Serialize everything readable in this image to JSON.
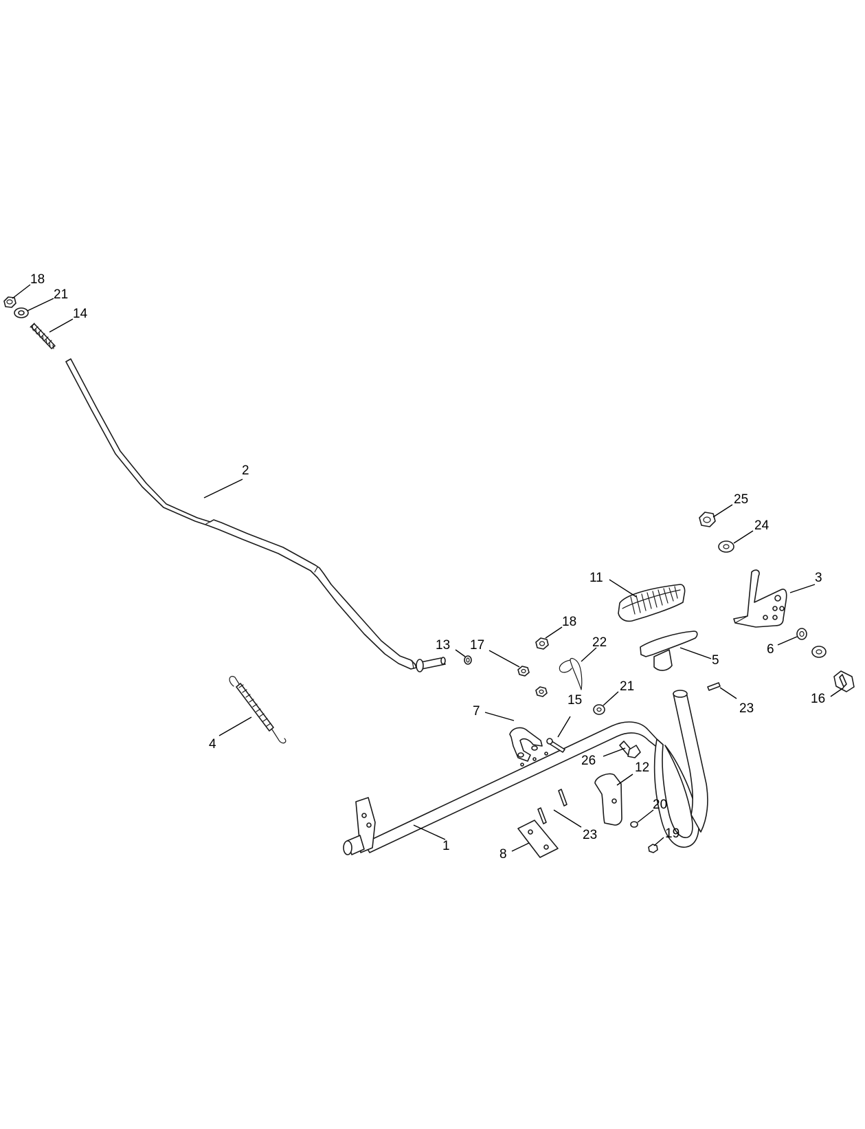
{
  "diagram": {
    "callouts": [
      {
        "id": "c1",
        "label": "1"
      },
      {
        "id": "c2",
        "label": "2"
      },
      {
        "id": "c3",
        "label": "3"
      },
      {
        "id": "c4",
        "label": "4"
      },
      {
        "id": "c5",
        "label": "5"
      },
      {
        "id": "c6",
        "label": "6"
      },
      {
        "id": "c7",
        "label": "7"
      },
      {
        "id": "c8",
        "label": "8"
      },
      {
        "id": "c11",
        "label": "11"
      },
      {
        "id": "c12",
        "label": "12"
      },
      {
        "id": "c13",
        "label": "13"
      },
      {
        "id": "c14",
        "label": "14"
      },
      {
        "id": "c15",
        "label": "15"
      },
      {
        "id": "c16",
        "label": "16"
      },
      {
        "id": "c17",
        "label": "17"
      },
      {
        "id": "c18a",
        "label": "18"
      },
      {
        "id": "c18b",
        "label": "18"
      },
      {
        "id": "c19",
        "label": "19"
      },
      {
        "id": "c20",
        "label": "20"
      },
      {
        "id": "c21a",
        "label": "21"
      },
      {
        "id": "c21b",
        "label": "21"
      },
      {
        "id": "c22",
        "label": "22"
      },
      {
        "id": "c23a",
        "label": "23"
      },
      {
        "id": "c23b",
        "label": "23"
      },
      {
        "id": "c24",
        "label": "24"
      },
      {
        "id": "c25",
        "label": "25"
      },
      {
        "id": "c26",
        "label": "26"
      }
    ]
  },
  "colors": {
    "line": "#1a1a1a",
    "background": "#ffffff"
  }
}
